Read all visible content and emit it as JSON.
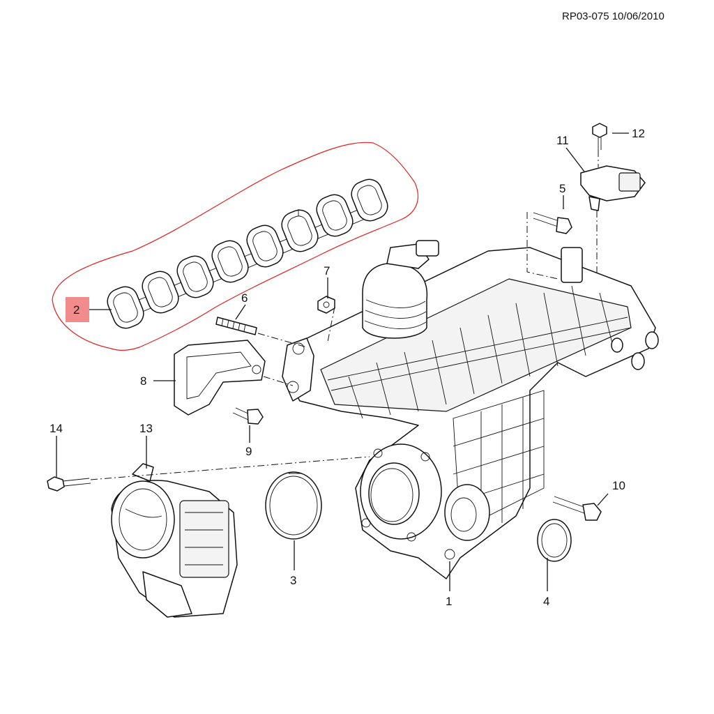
{
  "document": {
    "reference": "RP03-075 10/06/2010"
  },
  "callouts": [
    {
      "id": "c1",
      "label": "1"
    },
    {
      "id": "c2",
      "label": "2",
      "highlighted": true
    },
    {
      "id": "c3",
      "label": "3"
    },
    {
      "id": "c4",
      "label": "4"
    },
    {
      "id": "c5",
      "label": "5"
    },
    {
      "id": "c6",
      "label": "6"
    },
    {
      "id": "c7",
      "label": "7"
    },
    {
      "id": "c8",
      "label": "8"
    },
    {
      "id": "c9",
      "label": "9"
    },
    {
      "id": "c10",
      "label": "10"
    },
    {
      "id": "c11",
      "label": "11"
    },
    {
      "id": "c12",
      "label": "12"
    },
    {
      "id": "c13",
      "label": "13"
    },
    {
      "id": "c14",
      "label": "14"
    }
  ],
  "colors": {
    "highlight_fill": "#f28b8b",
    "annotation_outline": "#e02020",
    "line": "#111111"
  }
}
